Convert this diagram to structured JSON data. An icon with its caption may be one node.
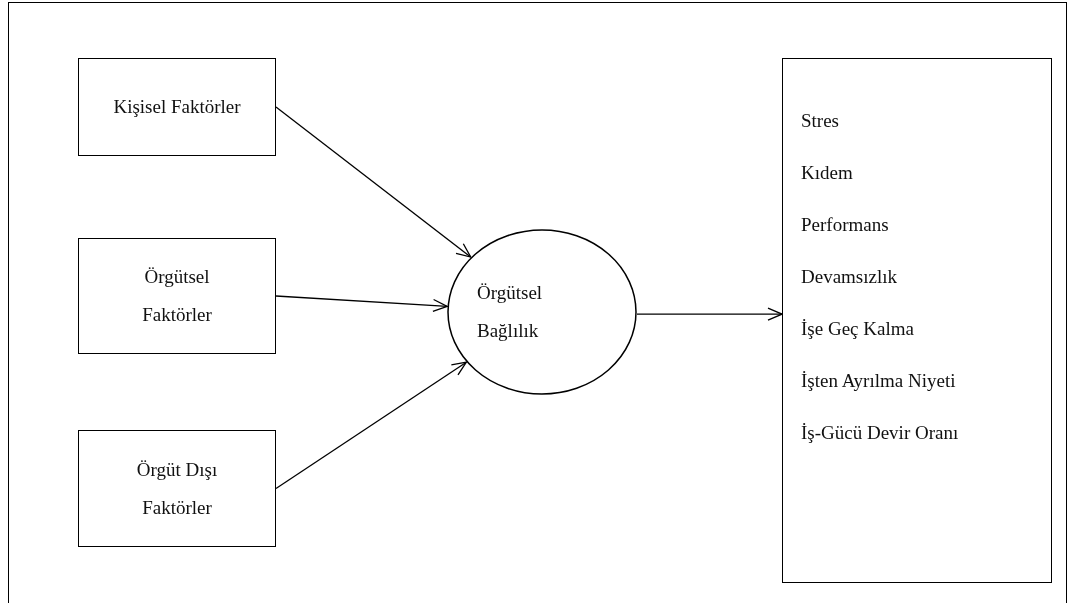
{
  "diagram": {
    "nodes": [
      {
        "text": [
          "Kişisel Faktörler"
        ]
      },
      {
        "text": [
          "Örgütsel Faktörler"
        ]
      },
      {
        "text": [
          "Örgüt Dışı Faktörler"
        ]
      },
      {
        "text": [
          "Örgütsel Bağlılık"
        ]
      },
      {
        "text": [
          "Stres",
          "Kıdem",
          "Performans",
          "Devamsızlık",
          "İşe Geç Kalma",
          "İşten Ayrılma Niyeti",
          "İş-Gücü Devir Oranı"
        ]
      }
    ],
    "edges": [
      {
        "from": 0,
        "to": 3,
        "arrow": "to"
      },
      {
        "from": 1,
        "to": 3,
        "arrow": "to"
      },
      {
        "from": 2,
        "to": 3,
        "arrow": "to"
      },
      {
        "from": 3,
        "to": 4,
        "arrow": "to"
      }
    ]
  }
}
